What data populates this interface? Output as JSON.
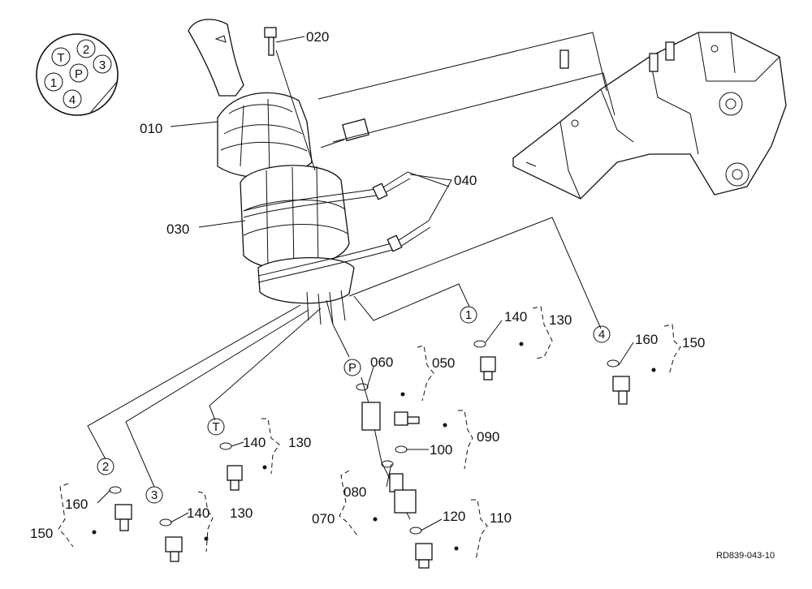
{
  "connector_pins": {
    "t": "T",
    "p": "P",
    "n1": "1",
    "n2": "2",
    "n3": "3",
    "n4": "4"
  },
  "port_markers": {
    "port_1": "1",
    "port_2": "2",
    "port_3": "3",
    "port_4": "4",
    "port_p": "P",
    "port_t": "T"
  },
  "part_labels": {
    "p010": "010",
    "p020": "020",
    "p030": "030",
    "p040": "040",
    "p050": "050",
    "p060": "060",
    "p070": "070",
    "p080": "080",
    "p090": "090",
    "p100": "100",
    "p110": "110",
    "p120": "120",
    "p130_a": "130",
    "p140_a": "140",
    "p130_b": "130",
    "p140_b": "140",
    "p130_c": "130",
    "p140_c": "140",
    "p150_a": "150",
    "p160_a": "160",
    "p150_b": "150",
    "p160_b": "160"
  },
  "reference_code": "RD839-043-10"
}
